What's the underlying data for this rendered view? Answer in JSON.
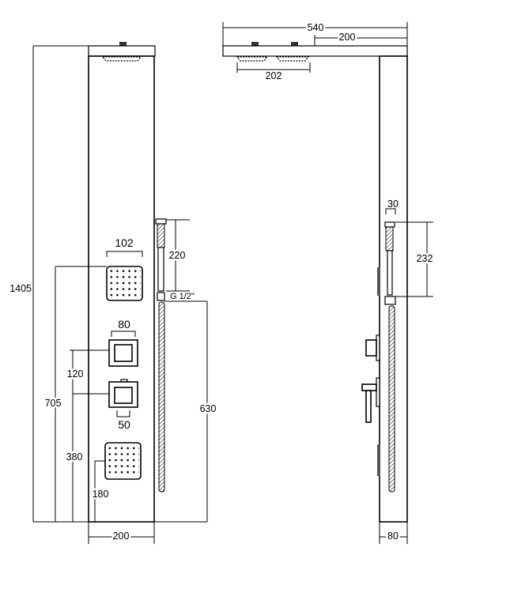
{
  "front_view": {
    "height_total": "1405",
    "jets_height": "705",
    "upper_jet_width": "102",
    "knob_width": "80",
    "knob_spacing": "120",
    "diverter_width": "50",
    "diverter_height": "380",
    "lower_jet_height": "180",
    "panel_width": "200",
    "handshower_length": "220",
    "connection": "G 1/2\"",
    "connection_height": "630"
  },
  "side_view": {
    "arm_length": "540",
    "arm_offset": "200",
    "head_spread": "202",
    "handshower_width": "30",
    "handshower_length": "232",
    "depth": "80"
  }
}
